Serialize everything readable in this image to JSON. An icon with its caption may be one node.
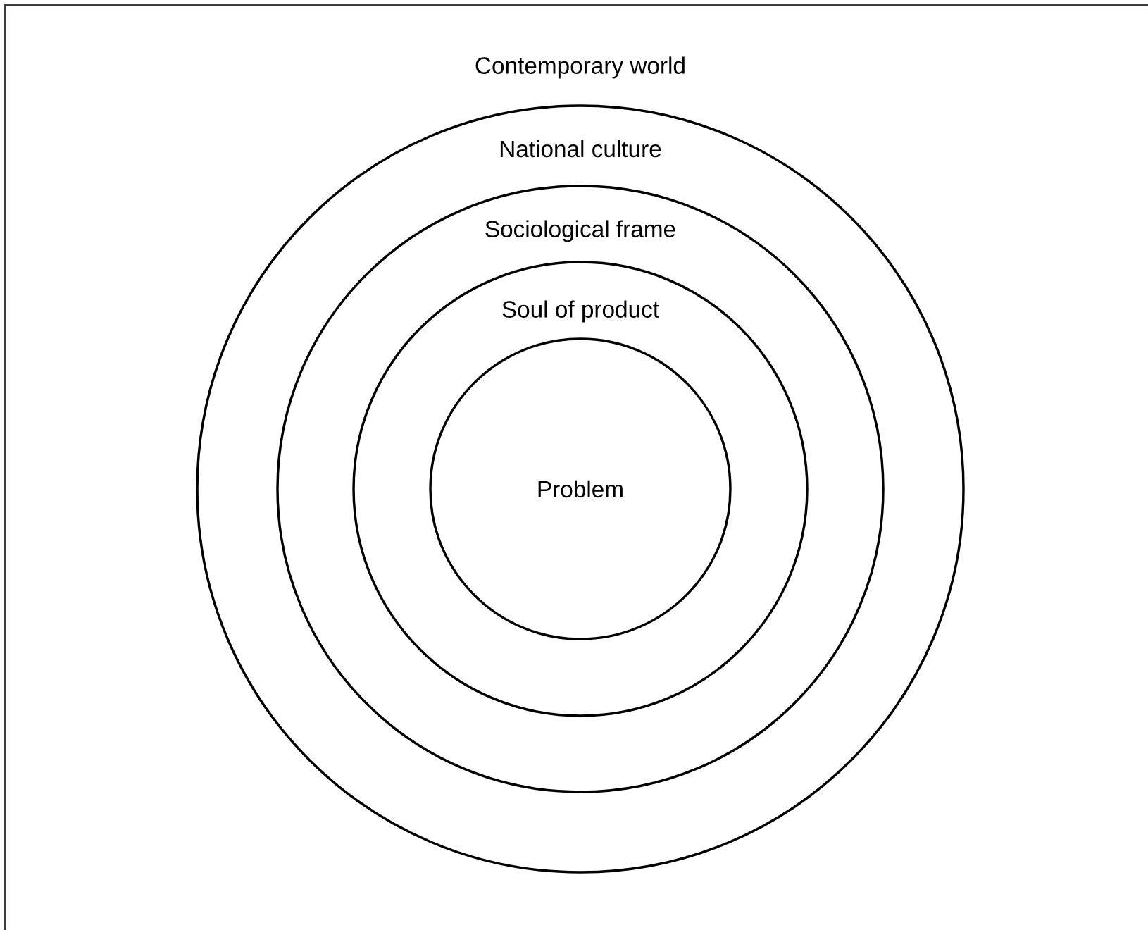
{
  "diagram": {
    "nodes": [
      {
        "text": [
          "Contemporary world"
        ]
      },
      {
        "text": [
          "National culture"
        ],
        "in": 0
      },
      {
        "text": [
          "Sociological frame"
        ],
        "in": 1
      },
      {
        "text": [
          "Soul of product"
        ],
        "in": 2
      },
      {
        "text": [
          "Problem"
        ],
        "in": 3
      }
    ]
  }
}
